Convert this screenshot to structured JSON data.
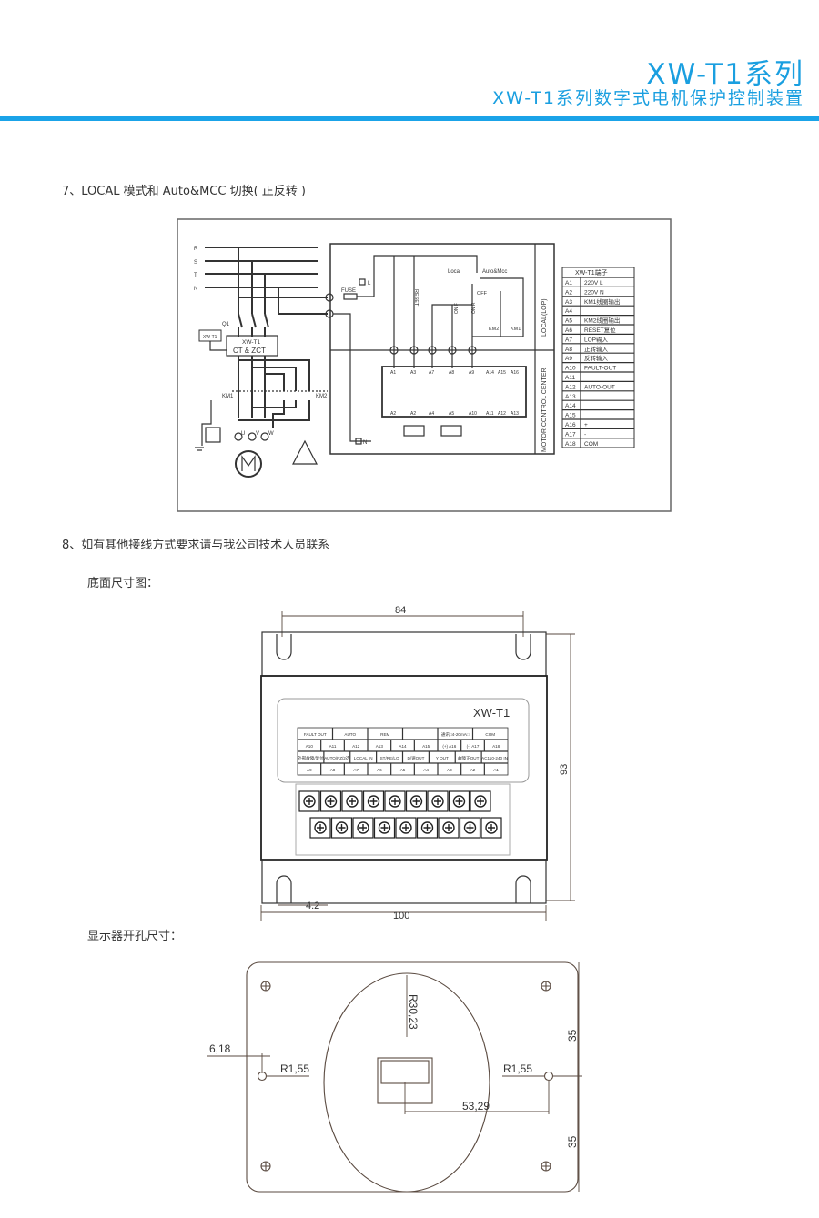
{
  "header": {
    "title": "XW-T1系列",
    "subtitle": "XW-T1系列数字式电机保护控制装置",
    "accent_color": "#1a9fe0"
  },
  "section7": {
    "heading": "7、LOCAL 模式和 Auto&MCC 切换( 正反转 )",
    "diagram": {
      "phases": [
        "R",
        "S",
        "T",
        "N"
      ],
      "q1": "Q1",
      "xw_box": "XW-T1",
      "ct_box_line1": "XW-T1",
      "ct_box_line2": "CT & ZCT",
      "km1": "KM1",
      "km2": "KM2",
      "motor_terms": [
        "U",
        "V",
        "W"
      ],
      "fuse": "FUSE",
      "l_label": "L",
      "n_label": "N",
      "reset": "RESET",
      "local": "Local",
      "auto_mcc": "Auto&Mcc",
      "off": "OFF",
      "on_f": "ON F",
      "on_r": "ON R",
      "km2_coil": "KM2",
      "km1_coil": "KM1",
      "local_lop": "LOCAL(LOP)",
      "mcc": "MOTOR CONTROL CENTER",
      "top_terminals": [
        "A1",
        "A3",
        "A7",
        "A8",
        "A9",
        "A14",
        "A15",
        "A16"
      ],
      "bottom_terminals": [
        "A2",
        "A2",
        "A4",
        "A5",
        "A10",
        "A11",
        "A12",
        "A13"
      ],
      "terminal_table": {
        "title": "XW-T1端子",
        "rows": [
          [
            "A1",
            "220V L"
          ],
          [
            "A2",
            "220V N"
          ],
          [
            "A3",
            "KM1线圈输出"
          ],
          [
            "A4",
            ""
          ],
          [
            "A5",
            "KM2线圈输出"
          ],
          [
            "A6",
            "RESET复位"
          ],
          [
            "A7",
            "LOP输入"
          ],
          [
            "A8",
            "正转输入"
          ],
          [
            "A9",
            "反转输入"
          ],
          [
            "A10",
            "FAULT-OUT"
          ],
          [
            "A11",
            ""
          ],
          [
            "A12",
            "AUTO-OUT"
          ],
          [
            "A13",
            ""
          ],
          [
            "A14",
            ""
          ],
          [
            "A15",
            ""
          ],
          [
            "A16",
            "+"
          ],
          [
            "A17",
            "-"
          ],
          [
            "A18",
            "COM"
          ]
        ]
      }
    }
  },
  "section8": {
    "heading": "8、如有其他接线方式要求请与我公司技术人员联系"
  },
  "bottom_view": {
    "heading": "底面尺寸图：",
    "dims": {
      "width_top": "84",
      "height": "93",
      "offset": "4.2",
      "width_total": "100"
    },
    "model": "XW-T1",
    "label_rows": [
      [
        "FAULT OUT",
        "AUTO",
        "REM",
        "",
        "通讯□4-20mA□",
        "COM"
      ],
      [
        "A10",
        "A11",
        "A12",
        "A13",
        "A14",
        "A15",
        "(+) A16",
        "(-) A17",
        "A18"
      ],
      [
        "外部故障/复位",
        "AUTO/PZ/2选",
        "LOCAL IN",
        "ST/RE/LO",
        "D/速OUT",
        "Y OUT",
        "故障正OUT",
        "AC110-240 IN"
      ],
      [
        "A9",
        "A8",
        "A7",
        "A6",
        "A5",
        "A4",
        "A3",
        "A2",
        "A1"
      ]
    ]
  },
  "cutout": {
    "heading": "显示器开孔尺寸：",
    "dims": {
      "radius": "R30,23",
      "edge": "6,18",
      "hole_left": "R1,55",
      "hole_right": "R1,55",
      "center": "53,29",
      "half_top": "35",
      "half_bottom": "35"
    }
  }
}
